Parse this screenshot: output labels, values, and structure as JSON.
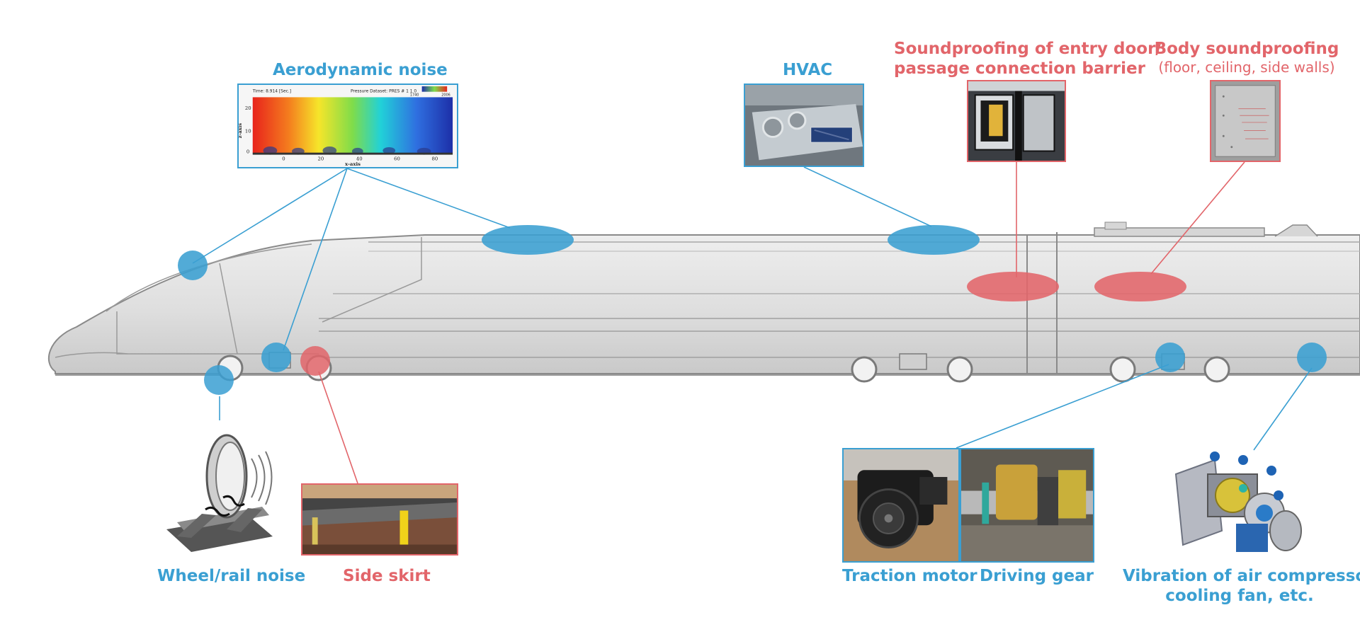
{
  "colors": {
    "blue": "#3a9fd2",
    "red": "#e2656a",
    "train_body": "#dcdcdc",
    "train_outline": "#8a8a8a"
  },
  "labels": {
    "aero": "Aerodynamic noise",
    "hvac": "HVAC",
    "door_line1": "Soundproofing of entry door/",
    "door_line2": "passage connection barrier",
    "body_line1": "Body soundproofing",
    "body_line2": "(floor, ceiling, side walls)",
    "wheel": "Wheel/rail noise",
    "skirt": "Side skirt",
    "motor": "Traction motor",
    "gear": "Driving gear",
    "comp_line1": "Vibration of air compressor,",
    "comp_line2": "cooling fan, etc."
  },
  "aero_plot": {
    "header_left": "Time: 8.914 [Sec.]",
    "header_right": "Pressure Dataset: PRES # 1 1 0",
    "scale_min": "1740",
    "scale_max": "2006",
    "y_axis_label": "z-axis",
    "x_axis_label": "x-axis",
    "y_ticks": [
      "20",
      "10",
      "0"
    ],
    "x_ticks": [
      "0",
      "20",
      "40",
      "60",
      "80"
    ]
  },
  "icons": {
    "hvac_photo": "hvac-unit-photo",
    "door_photo": "entry-door-photo",
    "body_photo": "body-panel-photo",
    "wheel_illustration": "wheel-rail-icon",
    "skirt_photo": "side-skirt-photo",
    "motor_photo": "traction-motor-photo",
    "gear_photo": "driving-gear-photo",
    "compressor_render": "air-compressor-icon"
  }
}
